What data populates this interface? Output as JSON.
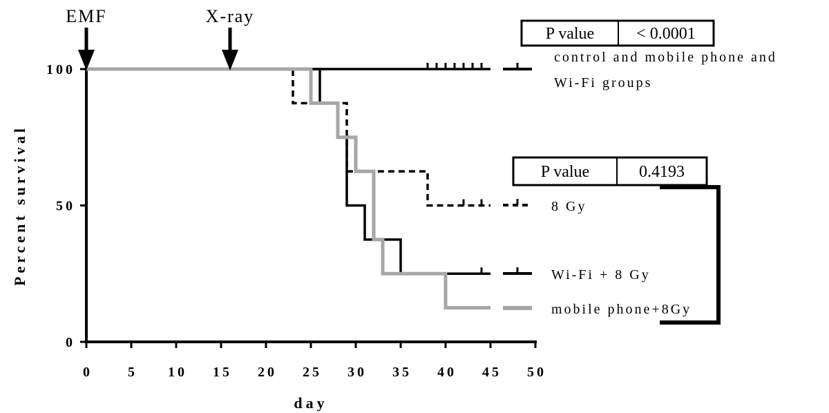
{
  "chart_data": {
    "type": "line",
    "step": true,
    "xlabel": "day",
    "ylabel": "Percent survival",
    "xlim": [
      0,
      50
    ],
    "ylim": [
      0,
      100
    ],
    "xticks": [
      "0",
      "5",
      "10",
      "15",
      "20",
      "25",
      "30",
      "35",
      "40",
      "45",
      "50"
    ],
    "yticks": [
      "0",
      "50",
      "100"
    ],
    "grid": false,
    "annotations": [
      {
        "label": "EMF",
        "x": 0
      },
      {
        "label": "X-ray",
        "x": 16
      }
    ],
    "pvalue_tables": [
      {
        "label": "P value",
        "value": "< 0.0001"
      },
      {
        "label": "P value",
        "value": "0.4193"
      }
    ],
    "series": [
      {
        "name": "control and mobile phone  and",
        "name_line2": "Wi-Fi groups",
        "style": "solid-black",
        "color": "#000000",
        "x": [
          0,
          45
        ],
        "y": [
          100,
          100
        ],
        "censored": [
          {
            "x": 38,
            "y": 100
          },
          {
            "x": 39,
            "y": 100
          },
          {
            "x": 40,
            "y": 100
          },
          {
            "x": 41,
            "y": 100
          },
          {
            "x": 42,
            "y": 100
          },
          {
            "x": 43,
            "y": 100
          },
          {
            "x": 44,
            "y": 100
          }
        ]
      },
      {
        "name": "8 Gy",
        "style": "dashed-black",
        "color": "#000000",
        "x": [
          0,
          23,
          29,
          38,
          45
        ],
        "y": [
          100,
          87.5,
          62.5,
          50,
          50
        ],
        "censored": [
          {
            "x": 42,
            "y": 50
          },
          {
            "x": 44,
            "y": 50
          }
        ]
      },
      {
        "name": "Wi-Fi + 8 Gy",
        "style": "solid-black",
        "color": "#000000",
        "x": [
          0,
          26,
          28,
          29,
          31,
          35,
          45
        ],
        "y": [
          100,
          87.5,
          75,
          50,
          37.5,
          25,
          25
        ],
        "censored": [
          {
            "x": 44,
            "y": 25
          }
        ]
      },
      {
        "name": "mobile phone+8Gy",
        "style": "solid-gray",
        "color": "#a6a6a6",
        "x": [
          0,
          25,
          28,
          30,
          32,
          33,
          40,
          45
        ],
        "y": [
          100,
          87.5,
          75,
          62.5,
          37.5,
          25,
          12.5,
          12.5
        ],
        "censored": []
      }
    ]
  }
}
